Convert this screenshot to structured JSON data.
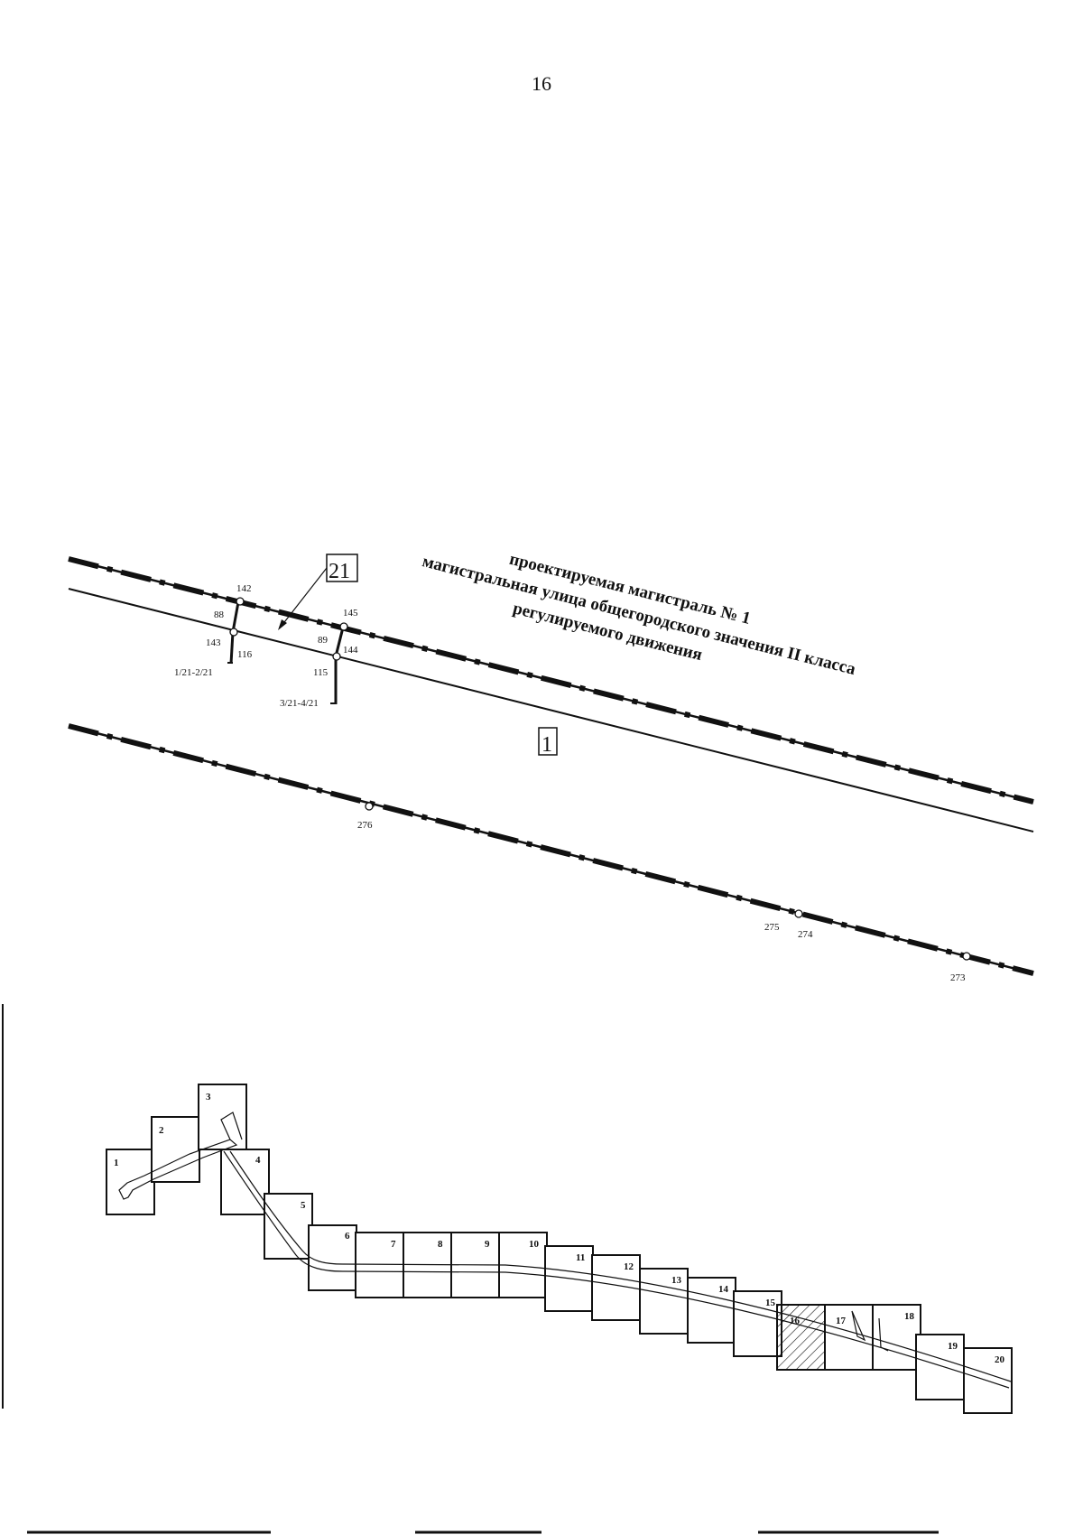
{
  "page": {
    "number": "16"
  },
  "street": {
    "line1": "проектируемая магистраль № 1",
    "line2": "магистральная улица общегородского значения II класса",
    "line3": "регулируемого движения"
  },
  "zones": {
    "label_a": "21",
    "label_b": "1"
  },
  "points": {
    "p142": "142",
    "p88": "88",
    "p143": "143",
    "p116": "116",
    "p121": "1/21-2/21",
    "p145": "145",
    "p89": "89",
    "p144": "144",
    "p115": "115",
    "p321": "3/21-4/21",
    "p276": "276",
    "p275": "275",
    "p274": "274",
    "p273": "273"
  },
  "index_map": {
    "tiles": [
      "1",
      "2",
      "3",
      "4",
      "5",
      "6",
      "7",
      "8",
      "9",
      "10",
      "11",
      "12",
      "13",
      "14",
      "15",
      "16",
      "17",
      "18",
      "19",
      "20"
    ],
    "highlighted": "16"
  },
  "colors": {
    "ink": "#111111",
    "paper": "#ffffff"
  }
}
